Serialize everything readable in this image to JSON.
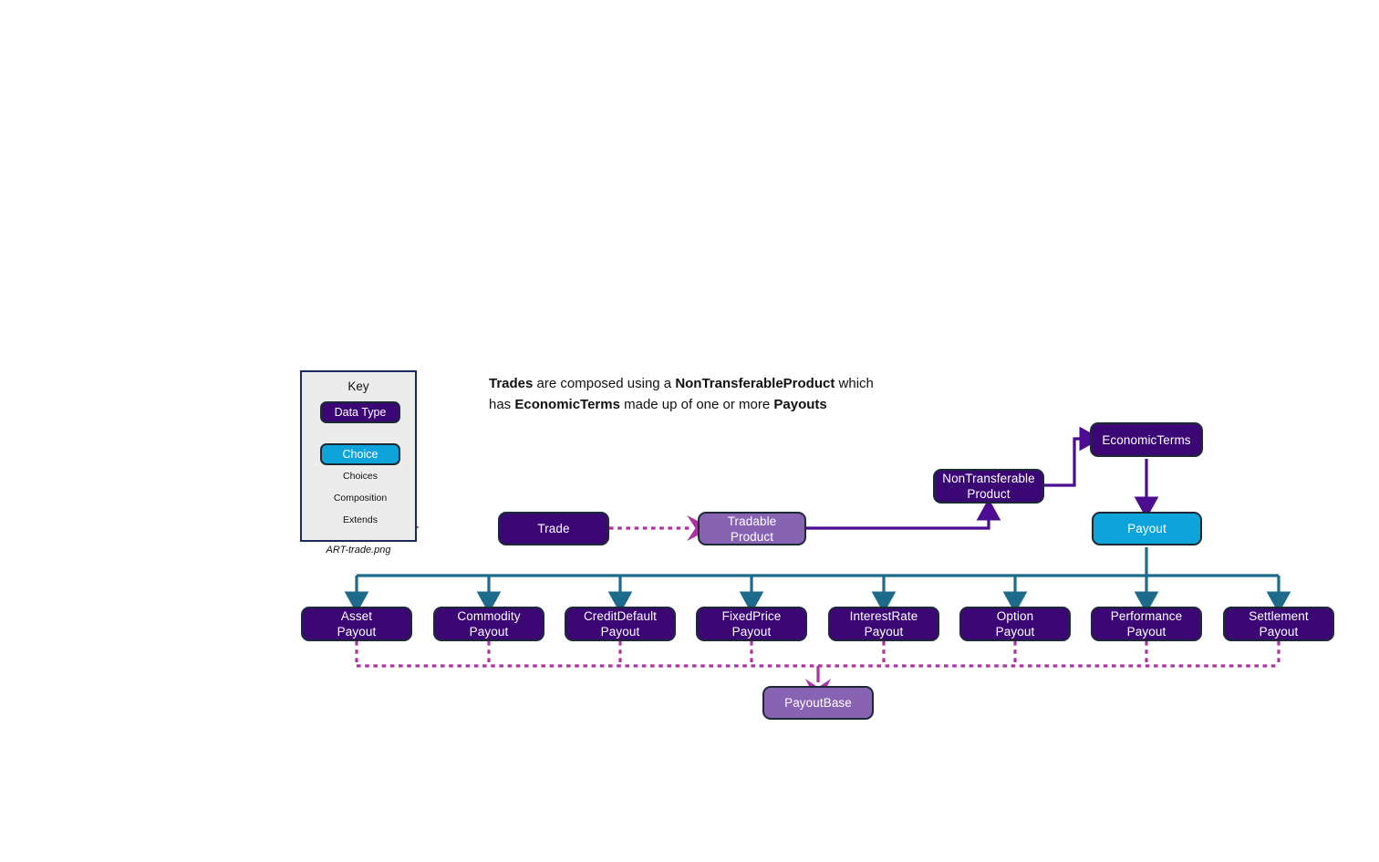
{
  "diagram": {
    "caption": "ART-trade.png",
    "heading": {
      "line1_a": "Trades",
      "line1_b": " are composed using a ",
      "line1_c": "NonTransferableProduct",
      "line1_d": " which",
      "line2_a": "has ",
      "line2_b": "EconomicTerms",
      "line2_c": " made up of one or more ",
      "line2_d": "Payouts"
    },
    "colors": {
      "data_type": "#3B0775",
      "choice": "#0FA3DC",
      "base": "#8863B4",
      "choices_arrow": "#1C6B8C",
      "composition_arrow": "#4B0C91",
      "extends_arrow": "#AE33A0",
      "node_border": "#1C2B33",
      "key_background": "#ECECEC",
      "key_border": "#1A2A5E"
    }
  },
  "key": {
    "title": "Key",
    "chips": [
      {
        "label": "Data Type",
        "kind": "datatype"
      },
      {
        "label": "Choice",
        "kind": "choice"
      }
    ],
    "legend": [
      {
        "label": "Choices",
        "style": "solid",
        "color": "#1C6B8C"
      },
      {
        "label": "Composition",
        "style": "solid",
        "color": "#4B0C91"
      },
      {
        "label": "Extends",
        "style": "dotted",
        "color": "#AE33A0"
      }
    ]
  },
  "nodes": {
    "trade": {
      "label": "Trade",
      "kind": "datatype"
    },
    "tradable_product": {
      "label_line1": "Tradable",
      "label_line2": "Product",
      "kind": "base"
    },
    "non_transferable_product": {
      "label_line1": "NonTransferable",
      "label_line2": "Product",
      "kind": "datatype"
    },
    "economic_terms": {
      "label": "EconomicTerms",
      "kind": "datatype"
    },
    "payout": {
      "label": "Payout",
      "kind": "choice"
    },
    "payout_base": {
      "label": "PayoutBase",
      "kind": "base"
    }
  },
  "payouts": [
    {
      "line1": "Asset",
      "line2": "Payout"
    },
    {
      "line1": "Commodity",
      "line2": "Payout"
    },
    {
      "line1": "CreditDefault",
      "line2": "Payout"
    },
    {
      "line1": "FixedPrice",
      "line2": "Payout"
    },
    {
      "line1": "InterestRate",
      "line2": "Payout"
    },
    {
      "line1": "Option",
      "line2": "Payout"
    },
    {
      "line1": "Performance",
      "line2": "Payout"
    },
    {
      "line1": "Settlement",
      "line2": "Payout"
    }
  ],
  "edges": [
    {
      "from": "trade",
      "to": "tradable_product",
      "type": "extends"
    },
    {
      "from": "tradable_product",
      "to": "non_transferable_product",
      "type": "composition"
    },
    {
      "from": "non_transferable_product",
      "to": "economic_terms",
      "type": "composition"
    },
    {
      "from": "economic_terms",
      "to": "payout",
      "type": "composition"
    },
    {
      "from": "payout",
      "to": "all_payout_types",
      "type": "choices"
    },
    {
      "from": "all_payout_types",
      "to": "payout_base",
      "type": "extends"
    }
  ]
}
